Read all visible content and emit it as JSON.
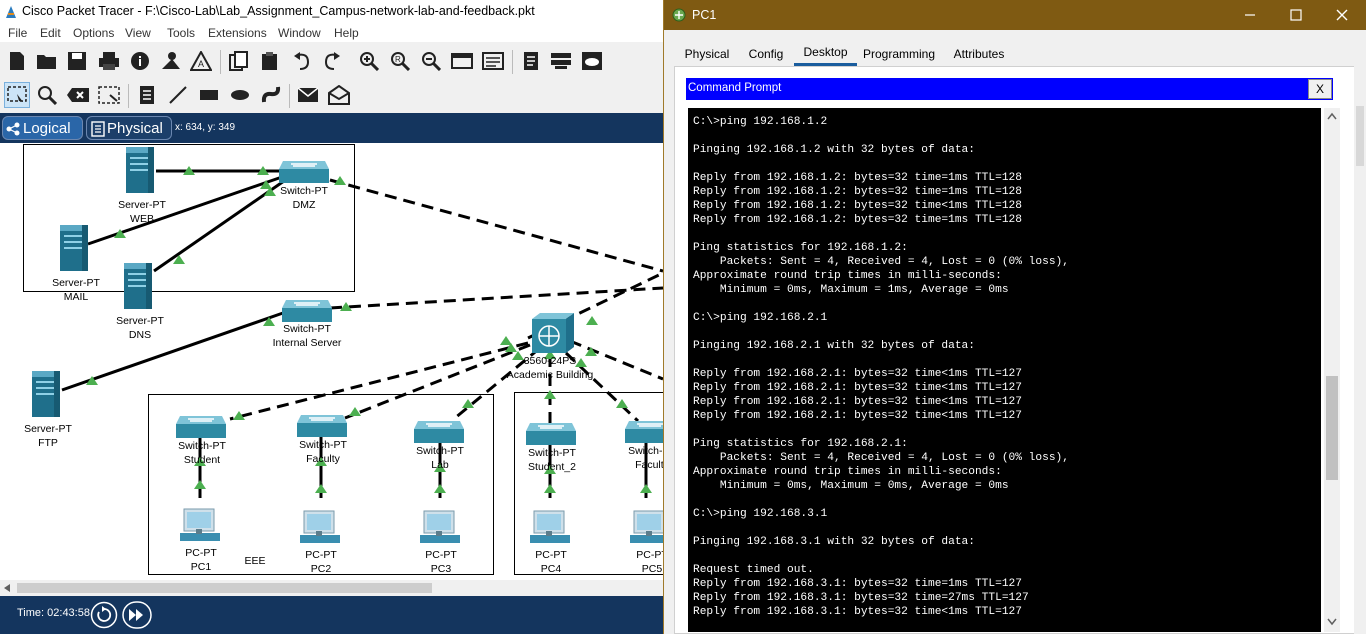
{
  "app": {
    "title": "Cisco Packet Tracer - F:\\Cisco-Lab\\Lab_Assignment_Campus-network-lab-and-feedback.pkt",
    "menu": [
      "File",
      "Edit",
      "Options",
      "View",
      "Tools",
      "Extensions",
      "Window",
      "Help"
    ],
    "toolbar1_icons": [
      "new-icon",
      "open-icon",
      "save-icon",
      "print-icon",
      "info-icon",
      "activity-wizard-icon",
      "network-info-icon",
      "copy-icon",
      "paste-icon",
      "undo-icon",
      "redo-icon",
      "zoom-in-icon",
      "zoom-reset-icon",
      "zoom-out-icon",
      "drawing-palette-icon",
      "custom-device-icon",
      "pdu-list-icon",
      "cluster-icon",
      "cloud-icon"
    ],
    "toolbar2_icons": [
      "select-icon",
      "inspect-icon",
      "delete-icon",
      "resize-icon",
      "note-icon",
      "line-icon",
      "rectangle-icon",
      "ellipse-icon",
      "freeform-icon",
      "simple-pdu-icon",
      "complex-pdu-icon"
    ],
    "modes": {
      "logical": "Logical",
      "physical": "Physical"
    },
    "coords": "x: 634, y: 349",
    "time": "Time: 02:43:58",
    "colors": {
      "nav_blue": "#14355e",
      "link_green": "#4caf50",
      "switch_teal": "#2e8aa3"
    }
  },
  "topology": {
    "devices": [
      {
        "id": "web",
        "l1": "Server-PT",
        "l2": "WEB"
      },
      {
        "id": "mail",
        "l1": "Server-PT",
        "l2": "MAIL"
      },
      {
        "id": "dns",
        "l1": "Server-PT",
        "l2": "DNS"
      },
      {
        "id": "ftp",
        "l1": "Server-PT",
        "l2": "FTP"
      },
      {
        "id": "dmz",
        "l1": "Switch-PT",
        "l2": "DMZ"
      },
      {
        "id": "internal",
        "l1": "Switch-PT",
        "l2": "Internal Server"
      },
      {
        "id": "core",
        "l1": "3560-24PS",
        "l2": "Academic Building"
      },
      {
        "id": "student",
        "l1": "Switch-PT",
        "l2": "Student"
      },
      {
        "id": "faculty",
        "l1": "Switch-PT",
        "l2": "Faculty"
      },
      {
        "id": "lab",
        "l1": "Switch-PT",
        "l2": "Lab"
      },
      {
        "id": "student2",
        "l1": "Switch-PT",
        "l2": "Student_2"
      },
      {
        "id": "faculty2",
        "l1": "Switch-PT",
        "l2": "Faculty"
      },
      {
        "id": "pc1",
        "l1": "PC-PT",
        "l2": "PC1"
      },
      {
        "id": "pc2",
        "l1": "PC-PT",
        "l2": "PC2"
      },
      {
        "id": "pc3",
        "l1": "PC-PT",
        "l2": "PC3"
      },
      {
        "id": "pc4",
        "l1": "PC-PT",
        "l2": "PC4"
      },
      {
        "id": "pc5",
        "l1": "PC-PT",
        "l2": "PC5"
      }
    ],
    "note": "EEE"
  },
  "dialog": {
    "title": "PC1",
    "tabs": [
      "Physical",
      "Config",
      "Desktop",
      "Programming",
      "Attributes"
    ],
    "active_tab": "Desktop",
    "cmd_title": "Command Prompt",
    "cmd_close": "X",
    "terminal_lines": [
      "C:\\>ping 192.168.1.2",
      "",
      "Pinging 192.168.1.2 with 32 bytes of data:",
      "",
      "Reply from 192.168.1.2: bytes=32 time=1ms TTL=128",
      "Reply from 192.168.1.2: bytes=32 time=1ms TTL=128",
      "Reply from 192.168.1.2: bytes=32 time<1ms TTL=128",
      "Reply from 192.168.1.2: bytes=32 time=1ms TTL=128",
      "",
      "Ping statistics for 192.168.1.2:",
      "    Packets: Sent = 4, Received = 4, Lost = 0 (0% loss),",
      "Approximate round trip times in milli-seconds:",
      "    Minimum = 0ms, Maximum = 1ms, Average = 0ms",
      "",
      "C:\\>ping 192.168.2.1",
      "",
      "Pinging 192.168.2.1 with 32 bytes of data:",
      "",
      "Reply from 192.168.2.1: bytes=32 time<1ms TTL=127",
      "Reply from 192.168.2.1: bytes=32 time<1ms TTL=127",
      "Reply from 192.168.2.1: bytes=32 time<1ms TTL=127",
      "Reply from 192.168.2.1: bytes=32 time<1ms TTL=127",
      "",
      "Ping statistics for 192.168.2.1:",
      "    Packets: Sent = 4, Received = 4, Lost = 0 (0% loss),",
      "Approximate round trip times in milli-seconds:",
      "    Minimum = 0ms, Maximum = 0ms, Average = 0ms",
      "",
      "C:\\>ping 192.168.3.1",
      "",
      "Pinging 192.168.3.1 with 32 bytes of data:",
      "",
      "Request timed out.",
      "Reply from 192.168.3.1: bytes=32 time=1ms TTL=127",
      "Reply from 192.168.3.1: bytes=32 time=27ms TTL=127",
      "Reply from 192.168.3.1: bytes=32 time<1ms TTL=127"
    ]
  }
}
